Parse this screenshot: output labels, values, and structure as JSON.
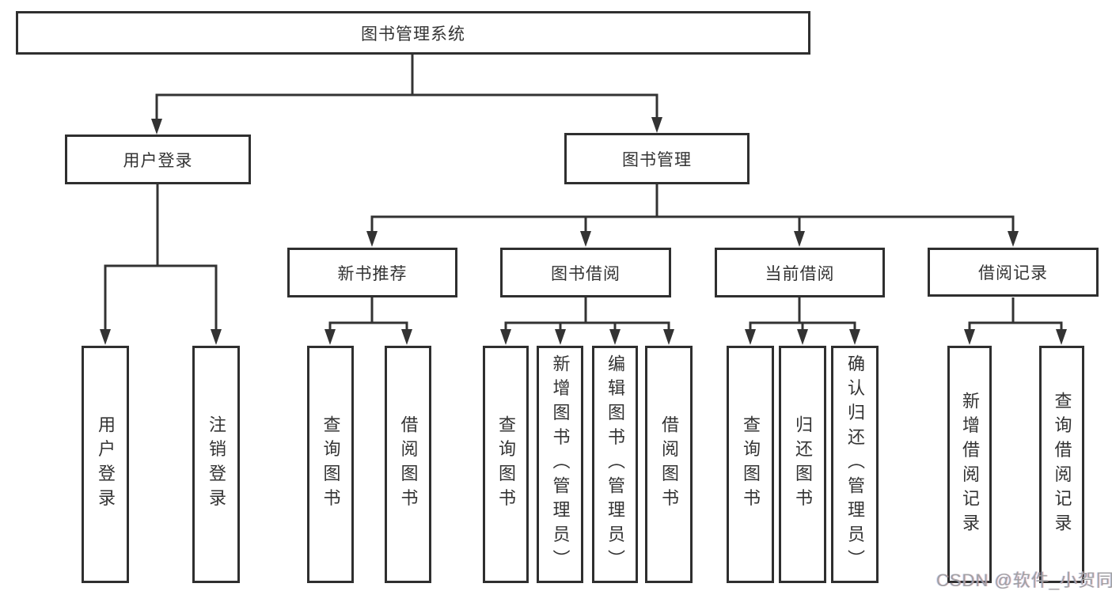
{
  "diagram": {
    "nodes": {
      "root": "图书管理系统",
      "user_login": "用户登录",
      "book_mgmt": "图书管理",
      "new_book_rec": "新书推荐",
      "book_borrow": "图书借阅",
      "current_borrow": "当前借阅",
      "borrow_records": "借阅记录",
      "leaf_user_login": "用户登录",
      "leaf_logout": "注销登录",
      "leaf_query_books_a": "查询图书",
      "leaf_borrow_books_a": "借阅图书",
      "leaf_query_books_b": "查询图书",
      "leaf_add_book": "新增图书（管理员）",
      "leaf_edit_book": "编辑图书（管理员）",
      "leaf_borrow_books_b": "借阅图书",
      "leaf_query_books_c": "查询图书",
      "leaf_return_book": "归还图书",
      "leaf_confirm_return": "确认归还（管理员）",
      "leaf_add_record": "新增借阅记录",
      "leaf_query_record": "查询借阅记录"
    },
    "hierarchy": {
      "图书管理系统": {
        "用户登录": [
          "用户登录",
          "注销登录"
        ],
        "图书管理": {
          "新书推荐": [
            "查询图书",
            "借阅图书"
          ],
          "图书借阅": [
            "查询图书",
            "新增图书（管理员）",
            "编辑图书（管理员）",
            "借阅图书"
          ],
          "当前借阅": [
            "查询图书",
            "归还图书",
            "确认归还（管理员）"
          ],
          "借阅记录": [
            "新增借阅记录",
            "查询借阅记录"
          ]
        }
      }
    },
    "colors": {
      "line": "#333333",
      "text": "#333333",
      "box_background": "#ffffff"
    }
  },
  "watermark": {
    "text": "CSDN @软件_小贺同学",
    "color": "#a0a0a3"
  }
}
